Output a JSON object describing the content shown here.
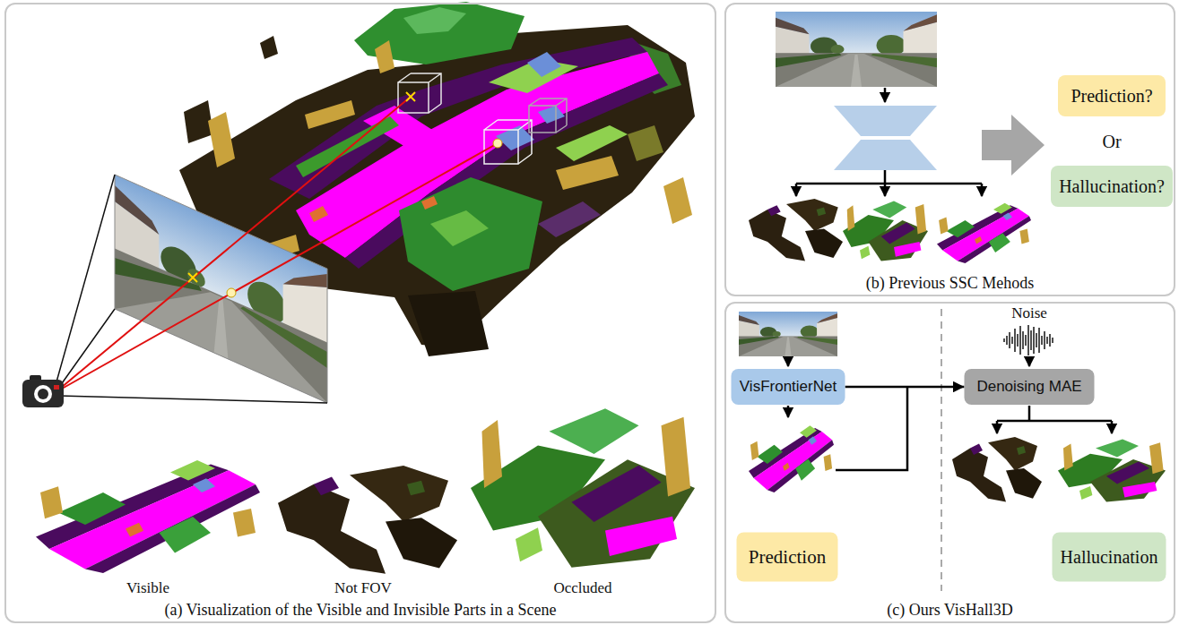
{
  "diagram": {
    "nodes": [
      {
        "text": [
          "(a) Visualization of the Visible and Invisible Parts in a Scene"
        ]
      },
      {
        "text": [
          "(b) Previous SSC Mehods"
        ]
      },
      {
        "text": [
          "Prediction?"
        ],
        "in": 1
      },
      {
        "text": [
          "Hallucination?"
        ],
        "in": 1
      },
      {
        "text": [
          "(c) Ours VisHall3D"
        ]
      },
      {
        "text": [
          "VisFrontierNet"
        ],
        "in": 4
      },
      {
        "text": [
          "Denoising MAE"
        ],
        "in": 4
      },
      {
        "text": [
          "Prediction"
        ],
        "in": 4
      },
      {
        "text": [
          "Hallucination"
        ],
        "in": 4
      }
    ],
    "edges": [
      {
        "from": 5,
        "to": 6,
        "arrow": "to"
      }
    ],
    "labels": [
      "Visible",
      "Not FOV",
      "Occluded",
      "Or",
      "Noise"
    ]
  }
}
